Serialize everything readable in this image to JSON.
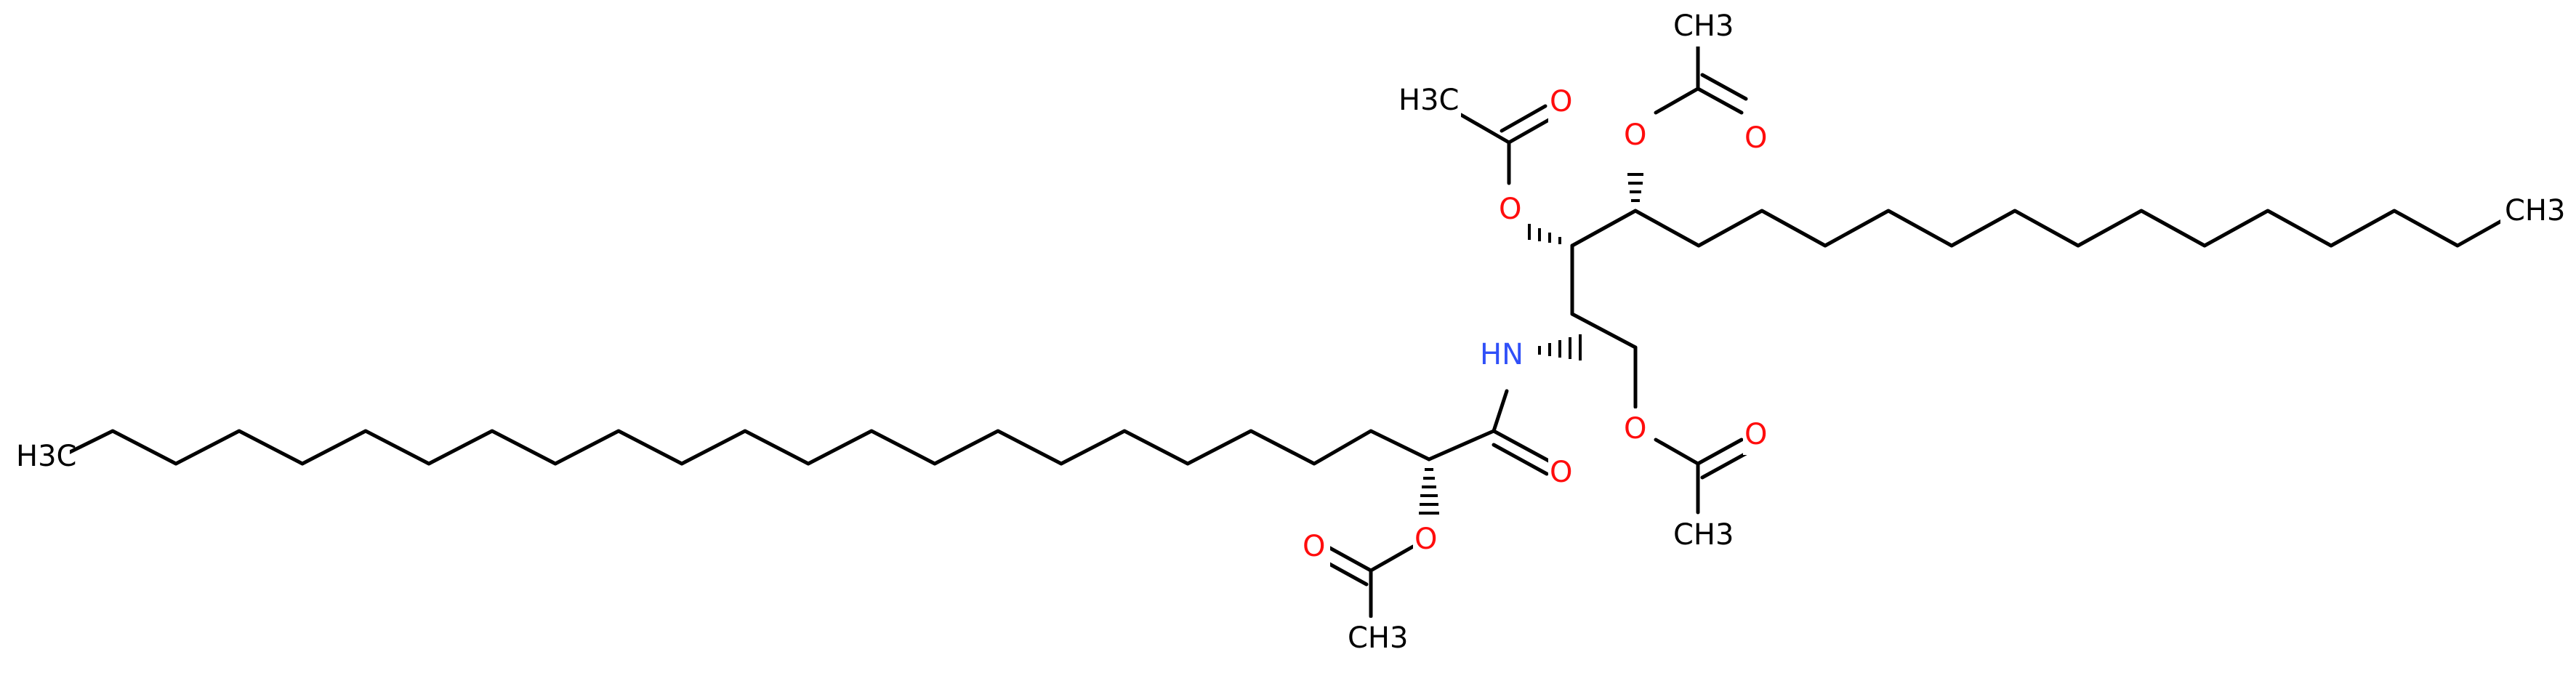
{
  "diagram": {
    "type": "skeletal-structure",
    "colors": {
      "bond": "#000000",
      "carbon_label": "#000000",
      "oxygen": "#ff0d0d",
      "nitrogen": "#3050f8",
      "background": "#ffffff"
    },
    "labels": {
      "methyl_left": "H3C",
      "methyl_right": "CH3",
      "amide_nh": "HN",
      "amide_o": "O",
      "alpha_ester_o": "O",
      "alpha_acetyl_o": "O",
      "alpha_acetyl_ch3": "CH3",
      "c3_ester_o": "O",
      "c3_acetyl_o": "O",
      "c3_acetyl_ch3": "H3C",
      "c4_ester_o": "O",
      "c4_acetyl_o": "O",
      "c4_acetyl_ch3": "CH3",
      "c1_ester_o": "O",
      "c1_acetyl_o": "O",
      "c1_acetyl_ch3": "CH3"
    }
  }
}
